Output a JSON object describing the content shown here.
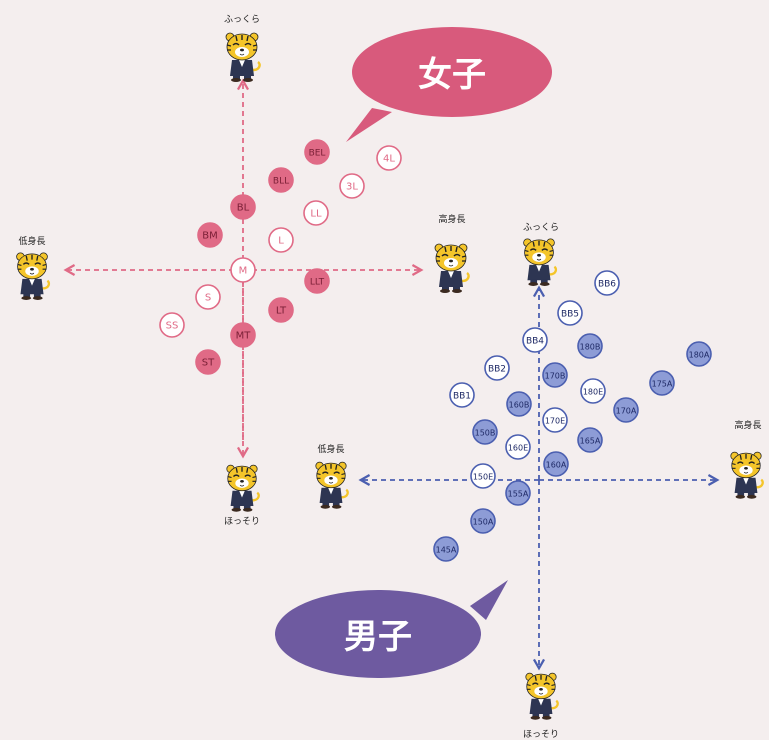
{
  "colors": {
    "female_accent": "#e06a86",
    "female_bubble": "#d85a7c",
    "male_accent": "#4b5fb0",
    "male_fill": "#8d9cd6",
    "male_bubble": "#6e5aa0",
    "tiger_yellow": "#f4c52a"
  },
  "female": {
    "title": "女子",
    "labels": {
      "up": "ふっくら",
      "down": "ほっそり",
      "left": "低身長",
      "right": "高身長"
    },
    "sizes": [
      {
        "label": "BEL",
        "filled": true
      },
      {
        "label": "4L",
        "filled": false
      },
      {
        "label": "BLL",
        "filled": true
      },
      {
        "label": "3L",
        "filled": false
      },
      {
        "label": "BL",
        "filled": true
      },
      {
        "label": "LL",
        "filled": false
      },
      {
        "label": "BM",
        "filled": true
      },
      {
        "label": "L",
        "filled": false
      },
      {
        "label": "M",
        "filled": false
      },
      {
        "label": "LLT",
        "filled": true
      },
      {
        "label": "S",
        "filled": false
      },
      {
        "label": "LT",
        "filled": true
      },
      {
        "label": "SS",
        "filled": false
      },
      {
        "label": "MT",
        "filled": true
      },
      {
        "label": "ST",
        "filled": true
      }
    ]
  },
  "male": {
    "title": "男子",
    "labels": {
      "up": "ふっくら",
      "down": "ほっそり",
      "left": "低身長",
      "right": "高身長"
    },
    "sizes": [
      {
        "label": "BB6",
        "filled": false
      },
      {
        "label": "BB5",
        "filled": false
      },
      {
        "label": "BB4",
        "filled": false
      },
      {
        "label": "180B",
        "filled": true
      },
      {
        "label": "180A",
        "filled": true
      },
      {
        "label": "BB2",
        "filled": false
      },
      {
        "label": "170B",
        "filled": true
      },
      {
        "label": "BB1",
        "filled": false
      },
      {
        "label": "160B",
        "filled": true
      },
      {
        "label": "180E",
        "filled": false
      },
      {
        "label": "175A",
        "filled": true
      },
      {
        "label": "170E",
        "filled": false
      },
      {
        "label": "170A",
        "filled": true
      },
      {
        "label": "150B",
        "filled": true
      },
      {
        "label": "160E",
        "filled": false
      },
      {
        "label": "165A",
        "filled": true
      },
      {
        "label": "150E",
        "filled": false
      },
      {
        "label": "160A",
        "filled": true
      },
      {
        "label": "155A",
        "filled": true
      },
      {
        "label": "150A",
        "filled": true
      },
      {
        "label": "145A",
        "filled": true
      }
    ]
  }
}
